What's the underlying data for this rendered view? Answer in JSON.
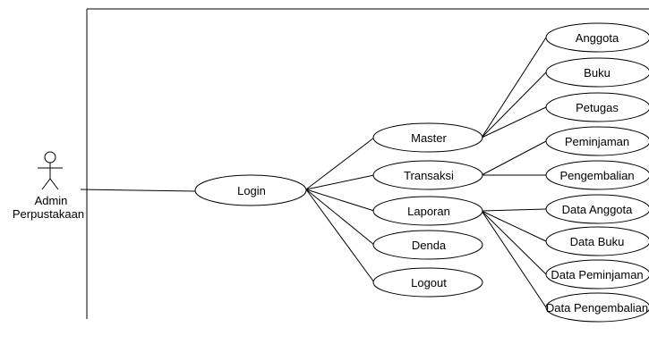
{
  "actor": {
    "name_line1": "Admin",
    "name_line2": "Perpustakaan"
  },
  "use_cases": {
    "login": "Login",
    "master": "Master",
    "transaksi": "Transaksi",
    "laporan": "Laporan",
    "denda": "Denda",
    "logout": "Logout",
    "anggota": "Anggota",
    "buku": "Buku",
    "petugas": "Petugas",
    "peminjaman": "Peminjaman",
    "pengembalian": "Pengembalian",
    "data_anggota": "Data Anggota",
    "data_buku": "Data Buku",
    "data_peminjaman": "Data Peminjaman",
    "data_pengembalian": "Data Pengembalian"
  }
}
